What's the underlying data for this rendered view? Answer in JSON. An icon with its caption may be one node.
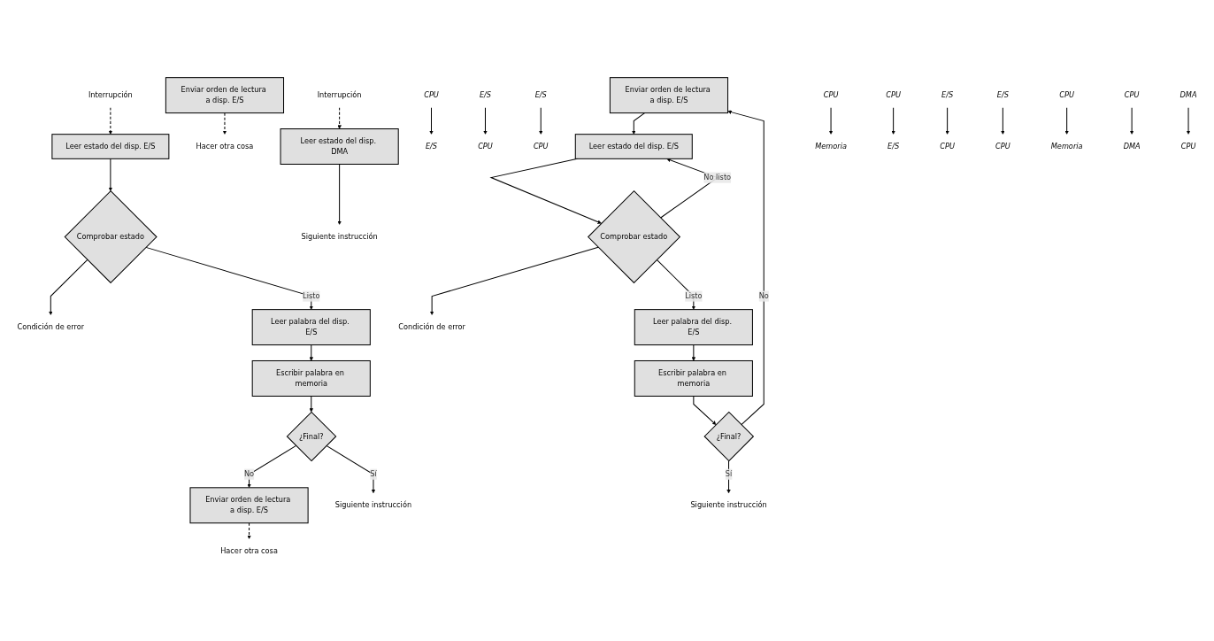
{
  "diagram": {
    "nodes": [
      {
        "text": [
          "Enviar orden de lectura a disp. E/S"
        ]
      },
      {
        "text": [
          "Leer estado del disp. E/S"
        ]
      },
      {
        "text": [
          "Comprobar estado"
        ]
      },
      {
        "text": [
          "Condición de error"
        ]
      },
      {
        "text": [
          "Leer palabra del disp. E/S"
        ]
      },
      {
        "text": [
          "Escribir palabra en memoria"
        ]
      },
      {
        "text": [
          "¿Final?"
        ]
      },
      {
        "text": [
          "Siguiente instrucción"
        ]
      },
      {
        "text": [
          "Enviar orden de lectura a disp. E/S"
        ]
      },
      {
        "text": [
          "Hacer otra cosa"
        ]
      },
      {
        "text": [
          "Leer estado del disp. E/S"
        ]
      },
      {
        "text": [
          "Interrupción"
        ]
      },
      {
        "text": [
          "Comprobar estado"
        ]
      },
      {
        "text": [
          "Condición de error"
        ]
      },
      {
        "text": [
          "Leer palabra del disp. E/S"
        ]
      },
      {
        "text": [
          "Escribir palabra en memoria"
        ]
      },
      {
        "text": [
          "¿Final?"
        ]
      },
      {
        "text": [
          "Siguiente instrucción"
        ]
      },
      {
        "text": [
          "Enviar orden de lectura a disp. E/S"
        ]
      },
      {
        "text": [
          "Hacer otra cosa"
        ]
      },
      {
        "text": [
          "Leer estado del disp. DMA"
        ]
      },
      {
        "text": [
          "Interrupción"
        ]
      },
      {
        "text": [
          "Siguiente instrucción"
        ]
      },
      {
        "text": [
          "CPU"
        ]
      },
      {
        "text": [
          "E/S"
        ]
      },
      {
        "text": [
          "E/S"
        ]
      },
      {
        "text": [
          "CPU"
        ]
      },
      {
        "text": [
          "E/S"
        ]
      },
      {
        "text": [
          "CPU"
        ]
      },
      {
        "text": [
          "CPU"
        ]
      },
      {
        "text": [
          "Memoria"
        ]
      },
      {
        "text": [
          "CPU"
        ]
      },
      {
        "text": [
          "E/S"
        ]
      },
      {
        "text": [
          "E/S"
        ]
      },
      {
        "text": [
          "CPU"
        ]
      },
      {
        "text": [
          "E/S"
        ]
      },
      {
        "text": [
          "CPU"
        ]
      },
      {
        "text": [
          "CPU"
        ]
      },
      {
        "text": [
          "Memoria"
        ]
      },
      {
        "text": [
          "CPU"
        ]
      },
      {
        "text": [
          "DMA"
        ]
      },
      {
        "text": [
          "DMA"
        ]
      },
      {
        "text": [
          "CPU"
        ]
      }
    ],
    "edges": [
      {
        "from": 0,
        "to": 1,
        "arrow": "to"
      },
      {
        "from": 1,
        "to": 2,
        "arrow": "to"
      },
      {
        "from": 2,
        "to": 1,
        "arrow": "to",
        "label": "No listo"
      },
      {
        "from": 2,
        "to": 3,
        "arrow": "to"
      },
      {
        "from": 2,
        "to": 4,
        "arrow": "to",
        "label": "Listo"
      },
      {
        "from": 4,
        "to": 5,
        "arrow": "to"
      },
      {
        "from": 5,
        "to": 6,
        "arrow": "to"
      },
      {
        "from": 6,
        "to": 0,
        "arrow": "to",
        "label": "No"
      },
      {
        "from": 6,
        "to": 7,
        "arrow": "to",
        "label": "Sí"
      },
      {
        "from": 8,
        "to": 9,
        "arrow": "to",
        "style": "dashed"
      },
      {
        "from": 11,
        "to": 10,
        "arrow": "to",
        "style": "dashed"
      },
      {
        "from": 10,
        "to": 12,
        "arrow": "to"
      },
      {
        "from": 12,
        "to": 13,
        "arrow": "to"
      },
      {
        "from": 12,
        "to": 14,
        "arrow": "to",
        "label": "Listo"
      },
      {
        "from": 14,
        "to": 15,
        "arrow": "to"
      },
      {
        "from": 15,
        "to": 16,
        "arrow": "to"
      },
      {
        "from": 16,
        "to": 8,
        "arrow": "to",
        "label": "No"
      },
      {
        "from": 16,
        "to": 17,
        "arrow": "to",
        "label": "Sí"
      },
      {
        "from": 18,
        "to": 19,
        "arrow": "to",
        "style": "dashed"
      },
      {
        "from": 21,
        "to": 20,
        "arrow": "to",
        "style": "dashed"
      },
      {
        "from": 20,
        "to": 22,
        "arrow": "to"
      },
      {
        "from": 23,
        "to": 24,
        "arrow": "to"
      },
      {
        "from": 25,
        "to": 26,
        "arrow": "to"
      },
      {
        "from": 27,
        "to": 28,
        "arrow": "to"
      },
      {
        "from": 29,
        "to": 30,
        "arrow": "to"
      },
      {
        "from": 31,
        "to": 32,
        "arrow": "to"
      },
      {
        "from": 33,
        "to": 34,
        "arrow": "to"
      },
      {
        "from": 35,
        "to": 36,
        "arrow": "to"
      },
      {
        "from": 37,
        "to": 38,
        "arrow": "to"
      },
      {
        "from": 39,
        "to": 40,
        "arrow": "to"
      },
      {
        "from": 41,
        "to": 42,
        "arrow": "to"
      }
    ]
  }
}
